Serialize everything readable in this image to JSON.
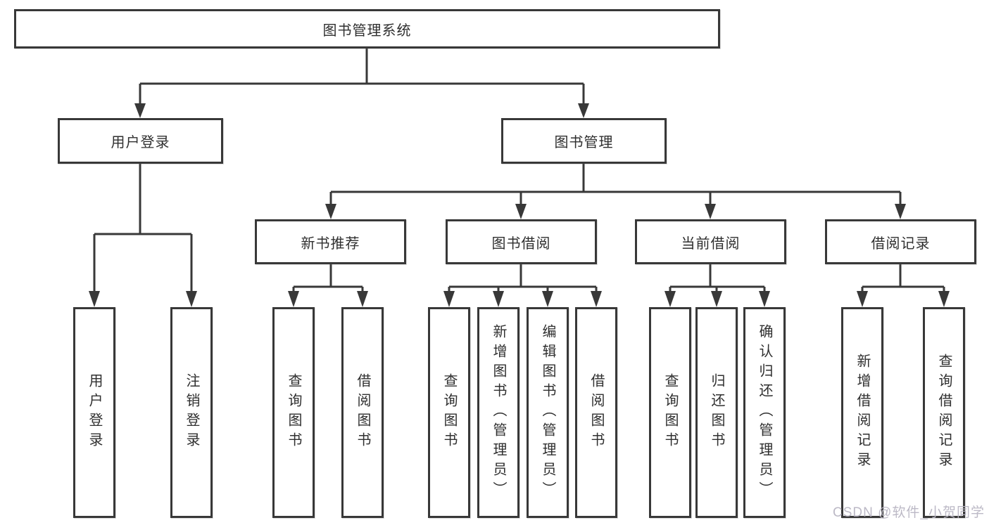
{
  "tree": {
    "root": {
      "label": "图书管理系统",
      "children": [
        {
          "label": "用户登录",
          "children": [
            {
              "label": "用户登录"
            },
            {
              "label": "注销登录"
            }
          ]
        },
        {
          "label": "图书管理",
          "children": [
            {
              "label": "新书推荐",
              "children": [
                {
                  "label": "查询图书"
                },
                {
                  "label": "借阅图书"
                }
              ]
            },
            {
              "label": "图书借阅",
              "children": [
                {
                  "label": "查询图书"
                },
                {
                  "label": "新增图书（管理员）"
                },
                {
                  "label": "编辑图书（管理员）"
                },
                {
                  "label": "借阅图书"
                }
              ]
            },
            {
              "label": "当前借阅",
              "children": [
                {
                  "label": "查询图书"
                },
                {
                  "label": "归还图书"
                },
                {
                  "label": "确认归还（管理员）"
                }
              ]
            },
            {
              "label": "借阅记录",
              "children": [
                {
                  "label": "新增借阅记录"
                },
                {
                  "label": "查询借阅记录"
                }
              ]
            }
          ]
        }
      ]
    }
  },
  "watermark": {
    "text": "CSDN @软件_小贺同学"
  },
  "colors": {
    "line": "#383838",
    "box_border": "#383838",
    "box_fill": "#ffffff",
    "text": "#2f2f2f",
    "watermark": "#b9b6c3",
    "background": "#ffffff"
  }
}
